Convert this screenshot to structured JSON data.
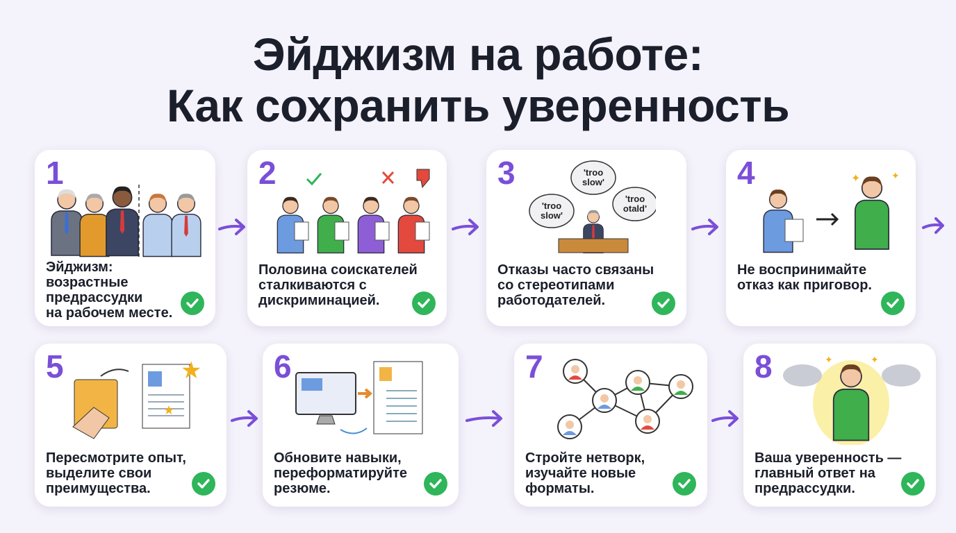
{
  "title": {
    "line1": "Эйджизм на работе:",
    "line2": "Как сохранить уверенность"
  },
  "colors": {
    "accent": "#7a4fd8",
    "check": "#2fb55a",
    "background": "#f4f2fa"
  },
  "cards": [
    {
      "number": "1",
      "text": "Эйджизм:\nвозрастные\nпредрассудки\nна рабочем месте."
    },
    {
      "number": "2",
      "text": "Половина соискателей\nсталкиваются с\nдискриминацией."
    },
    {
      "number": "3",
      "text": "Отказы часто связаны\nсо стереотипами\nработодателей.",
      "bubbles": [
        "'troo\nslow'",
        "'troo\nslow'",
        "'troo\notald'"
      ]
    },
    {
      "number": "4",
      "text": "Не воспринимайте\nотказ как приговор."
    },
    {
      "number": "5",
      "text": "Пересмотрите опыт,\nвыделите свои\nпреимущества."
    },
    {
      "number": "6",
      "text": "Обновите навыки,\nпереформатируйте\nрезюме."
    },
    {
      "number": "7",
      "text": "Стройте нетворк,\nизучайте новые\nформаты."
    },
    {
      "number": "8",
      "text": "Ваша уверенность —\nглавный ответ на\nпредрассудки."
    }
  ]
}
